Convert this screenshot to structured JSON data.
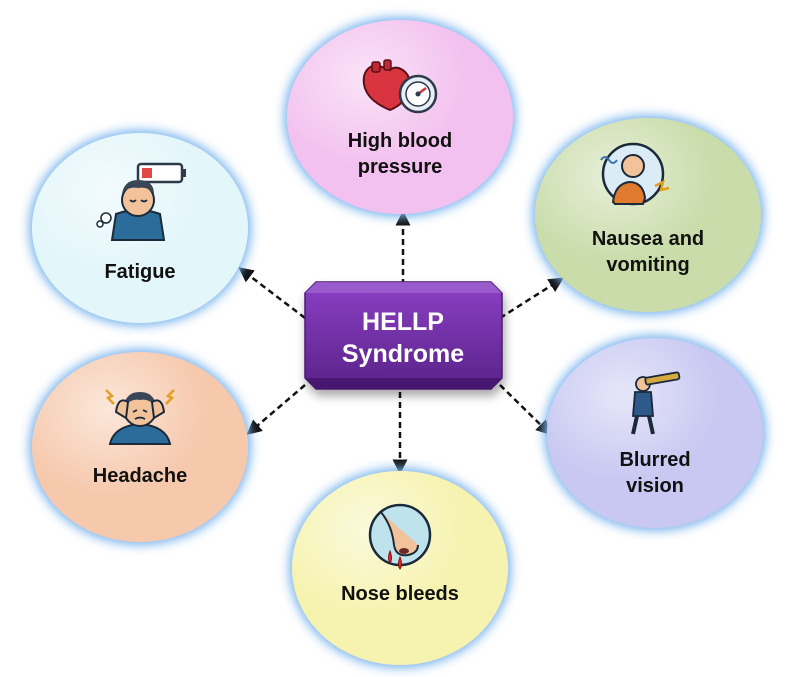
{
  "center": {
    "line1": "HELLP",
    "line2": "Syndrome",
    "color": "#6a2b9f"
  },
  "symptoms": [
    {
      "id": "high-blood-pressure",
      "lines": [
        "High blood",
        "pressure"
      ],
      "fill": "#f3c1ef",
      "icon": "heart-gauge-icon"
    },
    {
      "id": "fatigue",
      "lines": [
        "Fatigue"
      ],
      "fill": "#e3f6fa",
      "icon": "tired-person-battery-icon"
    },
    {
      "id": "nausea-vomiting",
      "lines": [
        "Nausea and",
        "vomiting"
      ],
      "fill": "#c9dcaa",
      "icon": "nauseous-person-icon"
    },
    {
      "id": "headache",
      "lines": [
        "Headache"
      ],
      "fill": "#f6c9ad",
      "icon": "headache-person-icon"
    },
    {
      "id": "blurred-vision",
      "lines": [
        "Blurred",
        "vision"
      ],
      "fill": "#c8c8f2",
      "icon": "person-telescope-icon"
    },
    {
      "id": "nose-bleeds",
      "lines": [
        "Nose bleeds"
      ],
      "fill": "#f6f3b0",
      "icon": "bleeding-nose-icon"
    }
  ],
  "colors": {
    "glow": "#7fb7ee",
    "arrow": "#111111"
  }
}
